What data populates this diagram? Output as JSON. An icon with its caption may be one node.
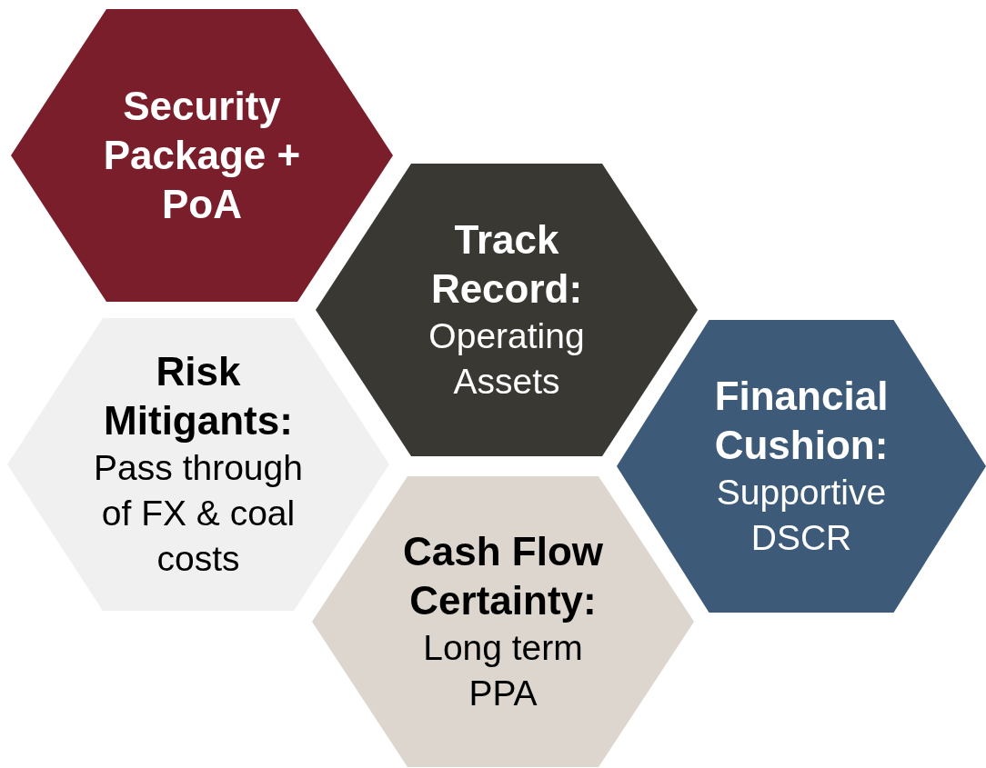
{
  "diagram": {
    "nodes": [
      {
        "text": [
          "Security Package + PoA"
        ]
      },
      {
        "text": [
          "Track Record:",
          "Operating Assets"
        ]
      },
      {
        "text": [
          "Risk Mitigants:",
          "Pass through of FX & coal costs"
        ]
      },
      {
        "text": [
          "Financial Cushion:",
          "Supportive DSCR"
        ]
      },
      {
        "text": [
          "Cash Flow Certainty:",
          "Long term PPA"
        ]
      }
    ]
  }
}
